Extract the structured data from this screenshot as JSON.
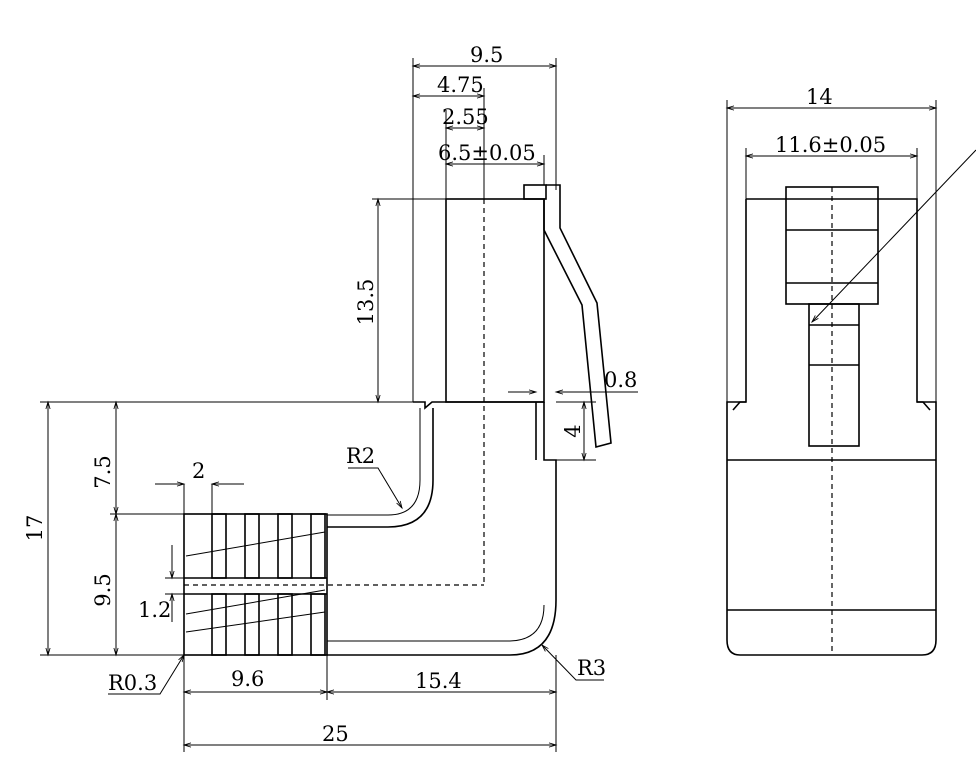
{
  "dimensions": {
    "top_width": "9.5",
    "half_width": "4.75",
    "offset": "2.55",
    "tolerance_width": "6.5±0.05",
    "upper_height": "13.5",
    "thickness": "0.8",
    "small_height": "4",
    "bend_radius_inner": "R2",
    "bend_radius_outer": "R3",
    "corner_radius": "R0.3",
    "height_upper": "7.5",
    "total_height": "17",
    "height_lower": "9.5",
    "slot_pitch": "2",
    "slot_gap": "1.2",
    "grip_length": "9.6",
    "body_length": "15.4",
    "total_length": "25",
    "side_width": "14",
    "side_tolerance_width": "11.6±0.05"
  }
}
